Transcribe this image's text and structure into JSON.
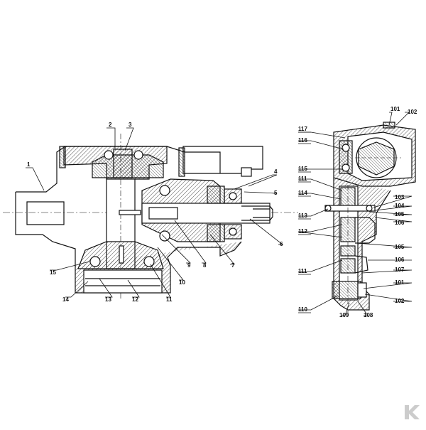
{
  "left_callouts": [
    "1",
    "2",
    "3",
    "4",
    "5",
    "6",
    "7",
    "8",
    "9",
    "10",
    "11",
    "12",
    "13",
    "14",
    "15"
  ],
  "right_callouts_left": [
    "117",
    "116",
    "115",
    "111",
    "114",
    "113",
    "112",
    "111",
    "110"
  ],
  "right_callouts_right": [
    "101",
    "102",
    "103",
    "104",
    "105",
    "106",
    "105",
    "106",
    "107",
    "101",
    "102"
  ],
  "right_callouts_bottom": [
    "109",
    "108"
  ],
  "logo": {
    "name": "kramp-logo",
    "text": "K",
    "color": "#cccccc"
  }
}
